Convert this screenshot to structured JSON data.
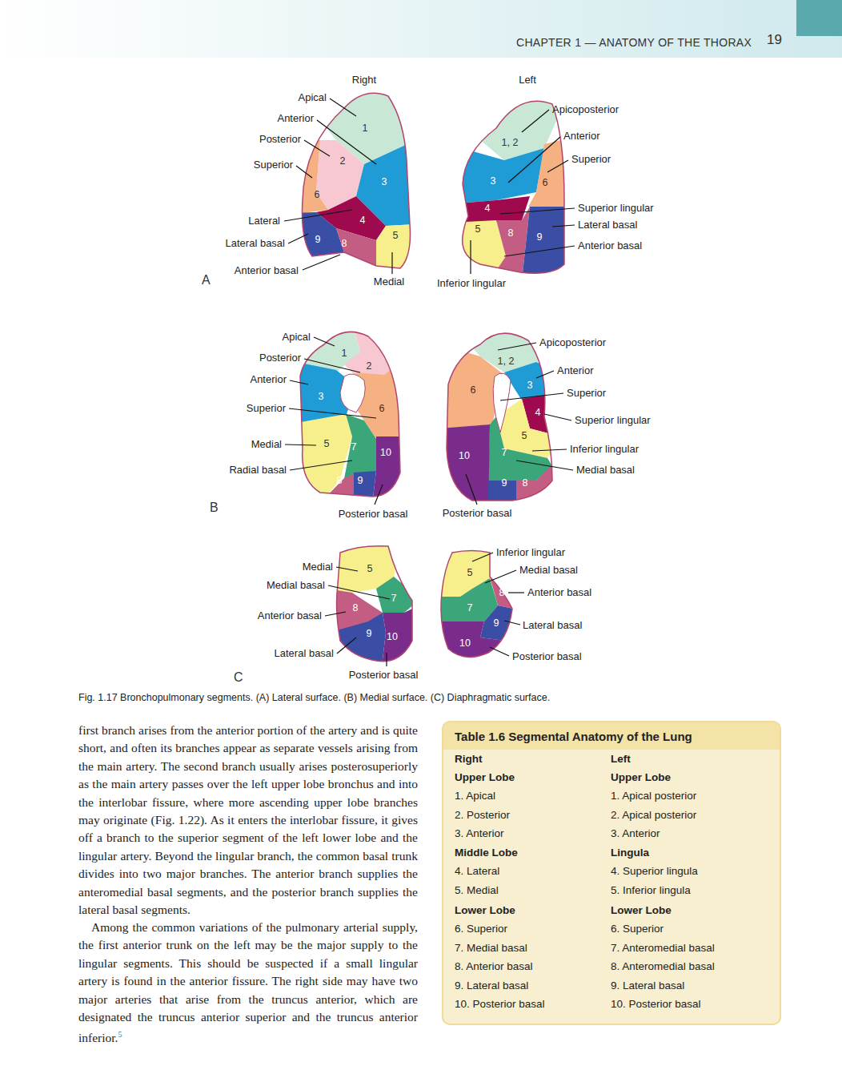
{
  "diagram": {
    "caption": "Fig. 1.17 Bronchopulmonary segments. (A) Lateral surface. (B) Medial surface. (C) Diaphragmatic surface.",
    "nodes": [
      {
        "text": [
          "Table 1.6 Segmental Anatomy of the Lung"
        ]
      }
    ],
    "labels": [
      "CHAPTER 1 — ANATOMY OF THE THORAX",
      "19",
      "Right",
      "Left",
      "Apical",
      "Anterior",
      "Posterior",
      "Superior",
      "Lateral",
      "Lateral basal",
      "Anterior basal",
      "Medial",
      "A",
      "1",
      "2",
      "3",
      "6",
      "4",
      "5",
      "9",
      "8",
      "Apicoposterior",
      "Anterior",
      "Superior",
      "Superior lingular",
      "Lateral basal",
      "Anterior basal",
      "Inferior lingular",
      "1, 2",
      "3",
      "6",
      "4",
      "5",
      "8",
      "9",
      "Apical",
      "Posterior",
      "Anterior",
      "Superior",
      "Medial",
      "Radial basal",
      "Posterior basal",
      "B",
      "1",
      "2",
      "3",
      "6",
      "5",
      "7",
      "10",
      "8",
      "9",
      "Apicoposterior",
      "Anterior",
      "Superior",
      "Superior lingular",
      "Inferior lingular",
      "Medial basal",
      "Posterior basal",
      "1, 2",
      "3",
      "6",
      "4",
      "5",
      "10",
      "7",
      "9",
      "8",
      "Medial",
      "Medial basal",
      "Anterior basal",
      "Lateral basal",
      "Posterior basal",
      "C",
      "5",
      "7",
      "8",
      "9",
      "10",
      "Inferior lingular",
      "Medial basal",
      "Anterior basal",
      "Lateral basal",
      "Posterior basal",
      "5",
      "8",
      "7",
      "9",
      "10",
      "first branch arises from the anterior portion of the artery and is quite short, and often its branches appear as separate vessels arising from the main artery. The second branch usually arises posterosuperiorly as the main artery passes over the left upper lobe bronchus and into the interlobar fissure, where more ascending upper lobe branches may originate (Fig. 1.22). As it enters the interlobar fissure, it gives off a branch to the superior segment of the left lower lobe and the lingular artery. Beyond the lingular branch, the common basal trunk divides into two major branches. The anterior branch supplies the anteromedial basal segments, and the posterior branch supplies the lateral basal segments.",
      "Among the common variations of the pulmonary arterial supply, the first anterior trunk on the left may be the major supply to the lingular segments. This should be suspected if a small lingular artery is found in the anterior fissure. The right side may have two major arteries that arise from the truncus anterior, which are designated the truncus anterior superior and the truncus anterior inferior.",
      "5",
      "Right",
      "Left",
      "Upper Lobe",
      "Upper Lobe",
      "1. Apical",
      "1. Apical posterior",
      "2. Posterior",
      "2. Apical posterior",
      "3. Anterior",
      "3. Anterior",
      "Middle Lobe",
      "Lingula",
      "4. Lateral",
      "4. Superior lingula",
      "5. Medial",
      "5. Inferior lingula",
      "Lower Lobe",
      "Lower Lobe",
      "6. Superior",
      "6. Superior",
      "7. Medial basal",
      "7. Anteromedial basal",
      "8. Anterior basal",
      "8. Anteromedial basal",
      "9. Lateral basal",
      "9. Lateral basal",
      "10. Posterior basal",
      "10. Posterior basal"
    ]
  }
}
